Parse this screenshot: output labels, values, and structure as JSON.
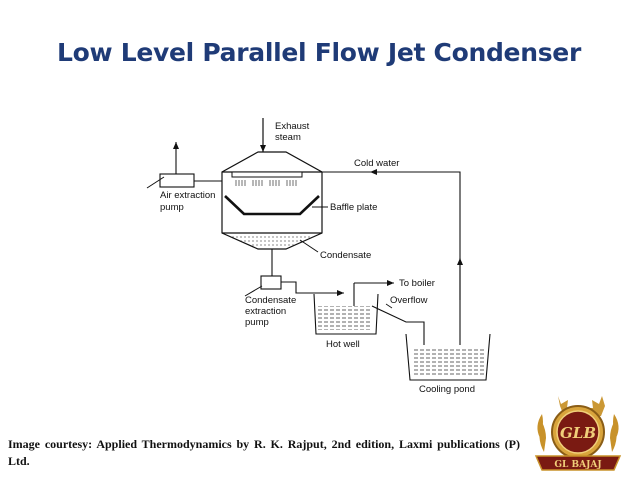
{
  "title": "Low Level Parallel Flow Jet Condenser",
  "labels": {
    "exhaust_steam_1": "Exhaust",
    "exhaust_steam_2": "steam",
    "cold_water": "Cold water",
    "air_pump_1": "Air extraction",
    "air_pump_2": "pump",
    "baffle_plate": "Baffle plate",
    "condensate": "Condensate",
    "to_boiler": "To boiler",
    "overflow": "Overflow",
    "cond_pump_1": "Condensate",
    "cond_pump_2": "extraction",
    "cond_pump_3": "pump",
    "hot_well": "Hot well",
    "cooling_pond": "Cooling pond"
  },
  "caption": "Image courtesy: Applied Thermodynamics by R. K. Rajput, 2nd edition, Laxmi publications (P) Ltd.",
  "logo": {
    "text": "GL BAJAJ",
    "monogram": "GLB",
    "color": "#c8922a"
  }
}
